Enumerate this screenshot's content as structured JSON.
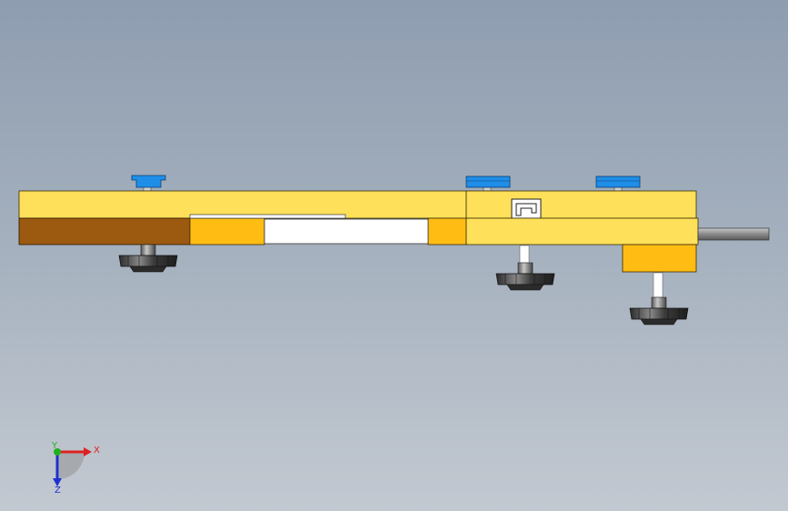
{
  "triad": {
    "x_label": "X",
    "y_label": "Y",
    "z_label": "Z",
    "x_color": "#e02020",
    "y_color": "#20b020",
    "z_color": "#2030d0"
  },
  "colors": {
    "rail_top": "#ffe05a",
    "rail_bottom": "#ffd54a",
    "brown_block": "#9c5a10",
    "orange_block": "#ffbd14",
    "clamp_blue": "#1f8ee8",
    "knob_dark": "#3c3c3c",
    "rod_gray": "#8f8f8f"
  },
  "icons": {
    "knob": "star-knob-icon",
    "clamp": "clamp-pad-icon",
    "triad": "axis-triad-icon"
  }
}
